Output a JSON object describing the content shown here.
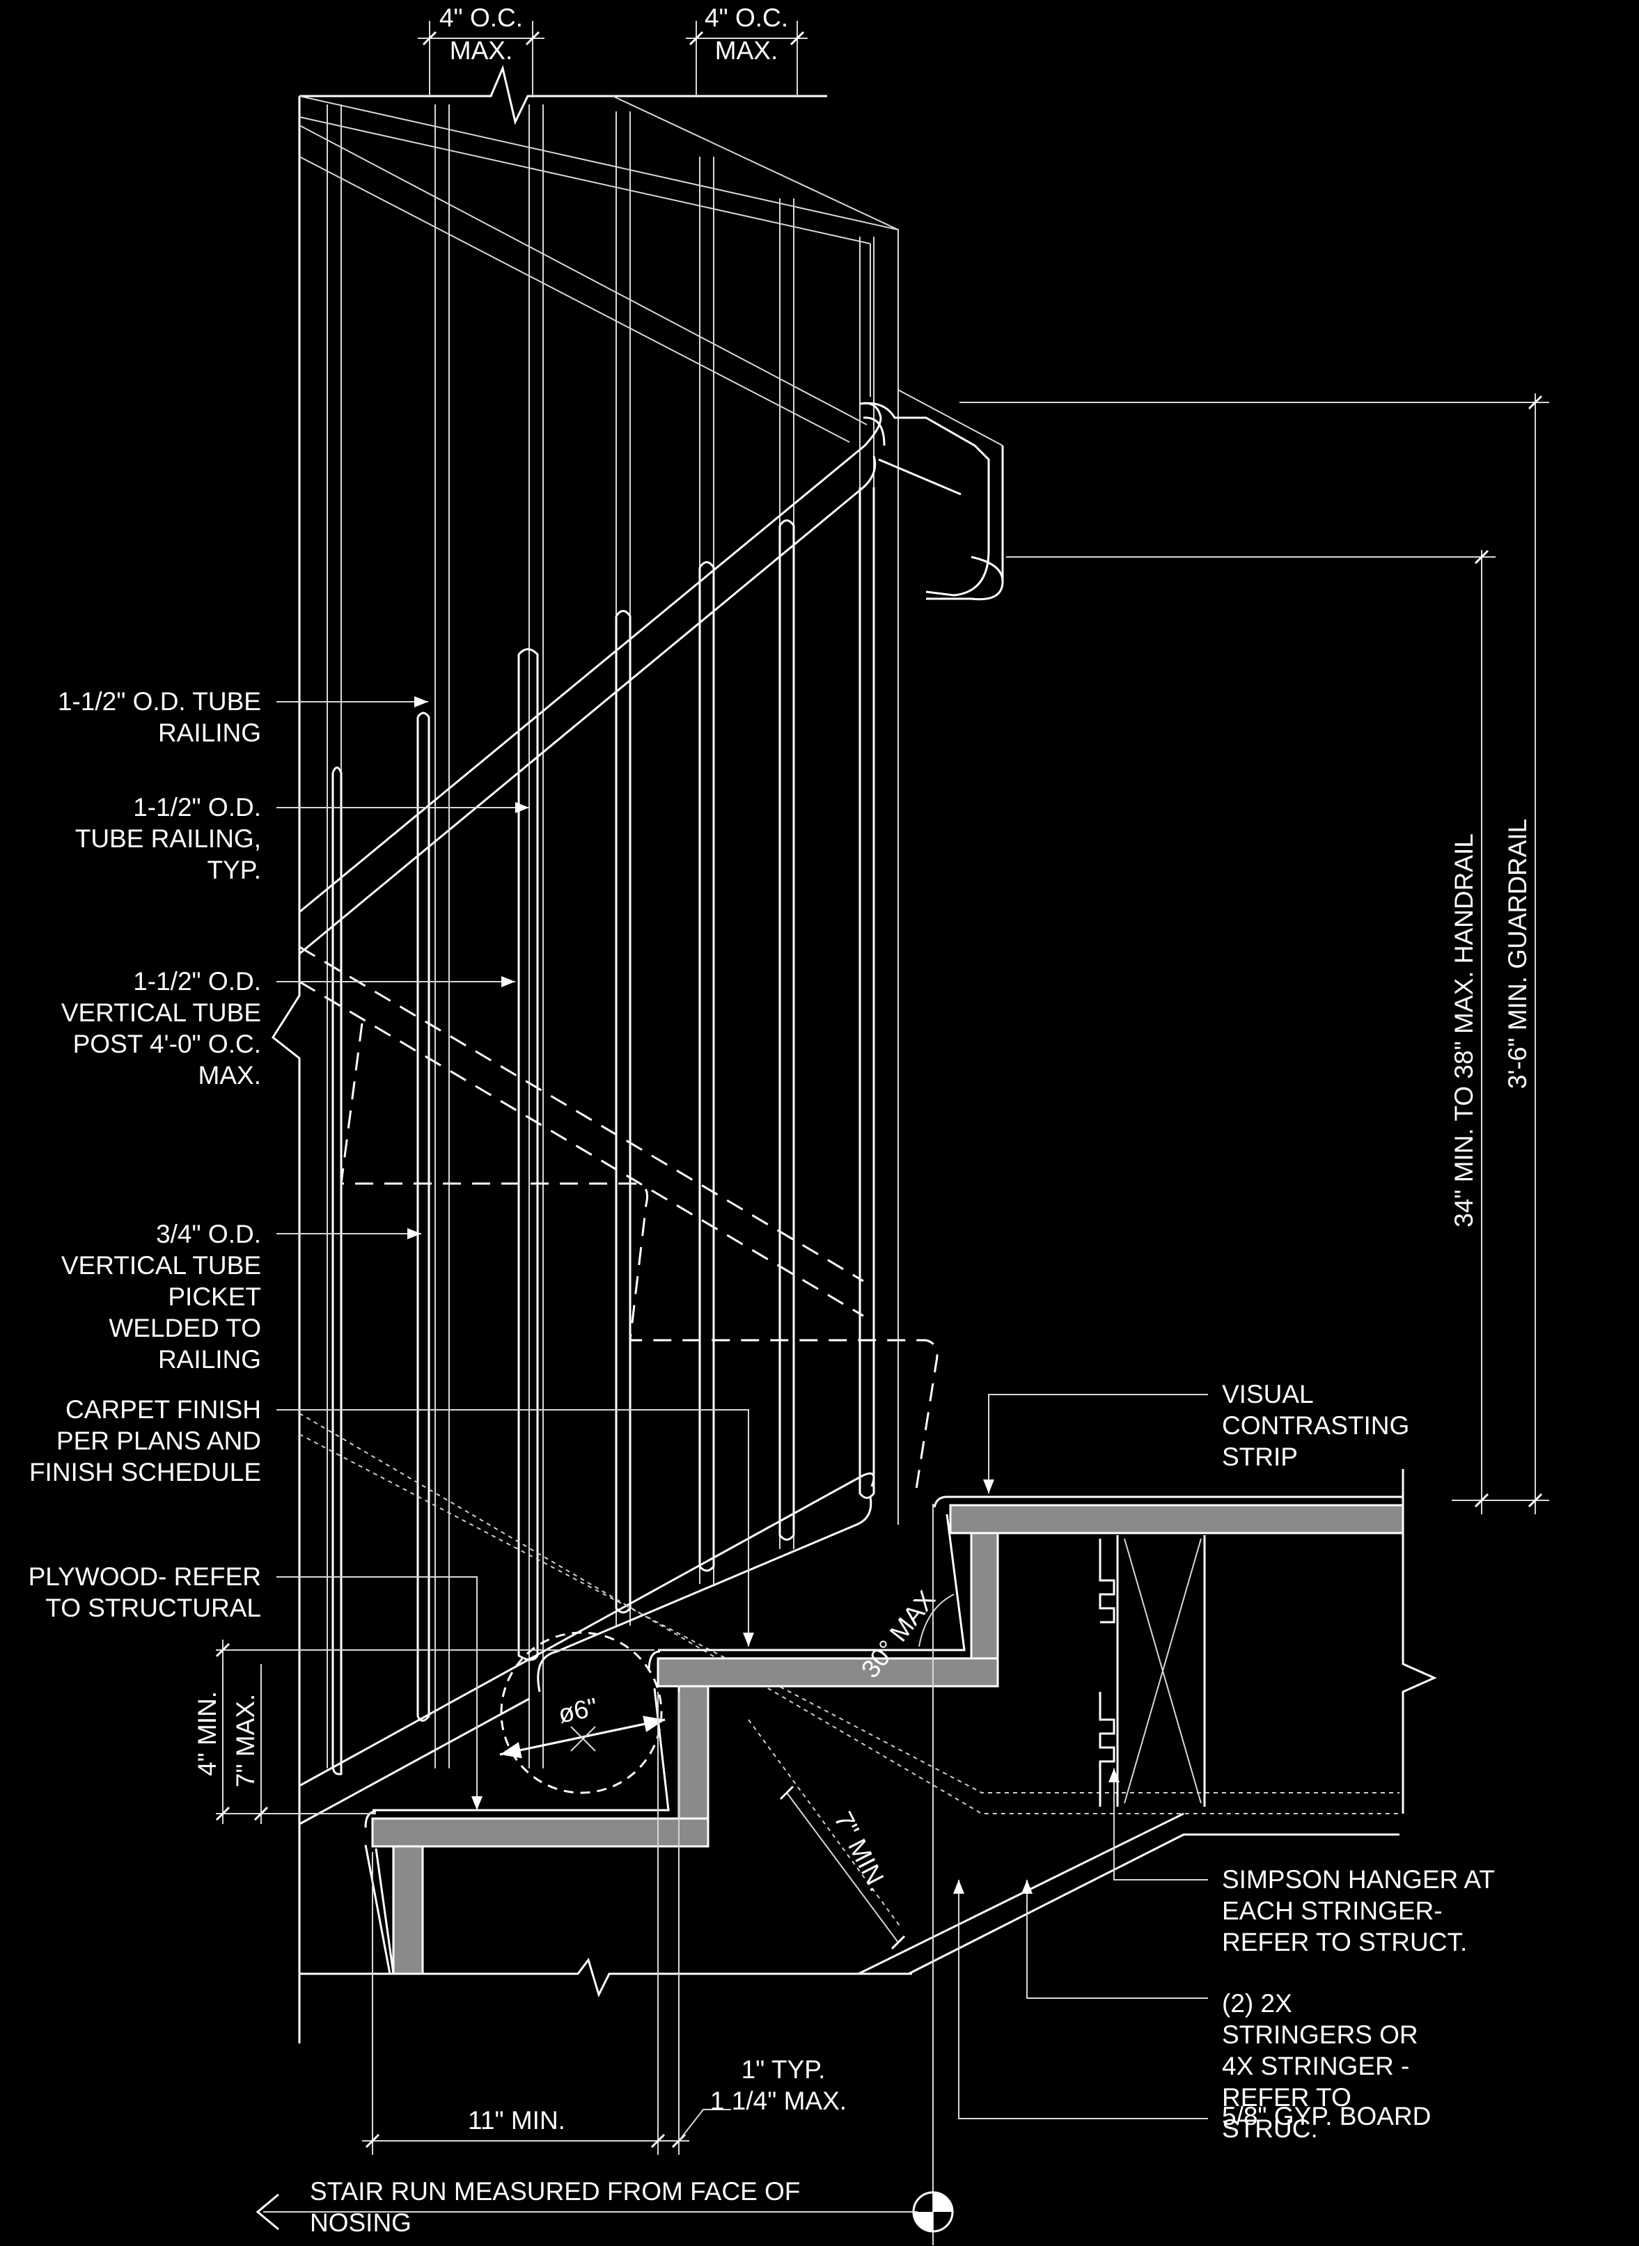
{
  "colors": {
    "background": "#000000",
    "linework": "#ffffff",
    "section_fill": "#8a8a8a"
  },
  "dimensions": {
    "oc_left": [
      "4\" O.C.",
      "MAX."
    ],
    "oc_right": [
      "4\" O.C.",
      "MAX."
    ],
    "handrail_height": "34\" MIN. TO 38\" MAX. HANDRAIL",
    "guardrail_height": "3'-6\" MIN. GUARDRAIL",
    "riser": [
      "4\" MIN.",
      "7\" MAX."
    ],
    "tread_run": "11\" MIN.",
    "nosing": [
      "1\" TYP.",
      "1 1/4\" MAX."
    ],
    "headroom": "7\" MIN.",
    "nosing_angle": "30° MAX",
    "sphere": "ø6\""
  },
  "labels": {
    "tube_railing": [
      "1-1/2\" O.D. TUBE",
      "RAILING"
    ],
    "tube_railing_typ": [
      "1-1/2\" O.D.",
      "TUBE RAILING,",
      "TYP."
    ],
    "vertical_post": [
      "1-1/2\" O.D.",
      "VERTICAL TUBE",
      "POST 4'-0\" O.C.",
      "MAX."
    ],
    "picket": [
      "3/4\" O.D.",
      "VERTICAL TUBE",
      "PICKET",
      "WELDED TO",
      "RAILING"
    ],
    "carpet": [
      "CARPET FINISH",
      "PER PLANS AND",
      "FINISH SCHEDULE"
    ],
    "plywood": [
      "PLYWOOD- REFER",
      "TO STRUCTURAL"
    ],
    "visual_strip": [
      "VISUAL",
      "CONTRASTING",
      "STRIP"
    ],
    "simpson": [
      "SIMPSON HANGER AT",
      "EACH STRINGER-",
      "REFER TO STRUCT."
    ],
    "stringers": [
      "(2) 2X",
      "STRINGERS OR",
      "4X STRINGER -",
      "REFER TO",
      "STRUC."
    ],
    "gyp_board": "5/8\" GYP. BOARD",
    "stair_run": [
      "STAIR RUN MEASURED FROM FACE OF",
      "NOSING"
    ]
  }
}
